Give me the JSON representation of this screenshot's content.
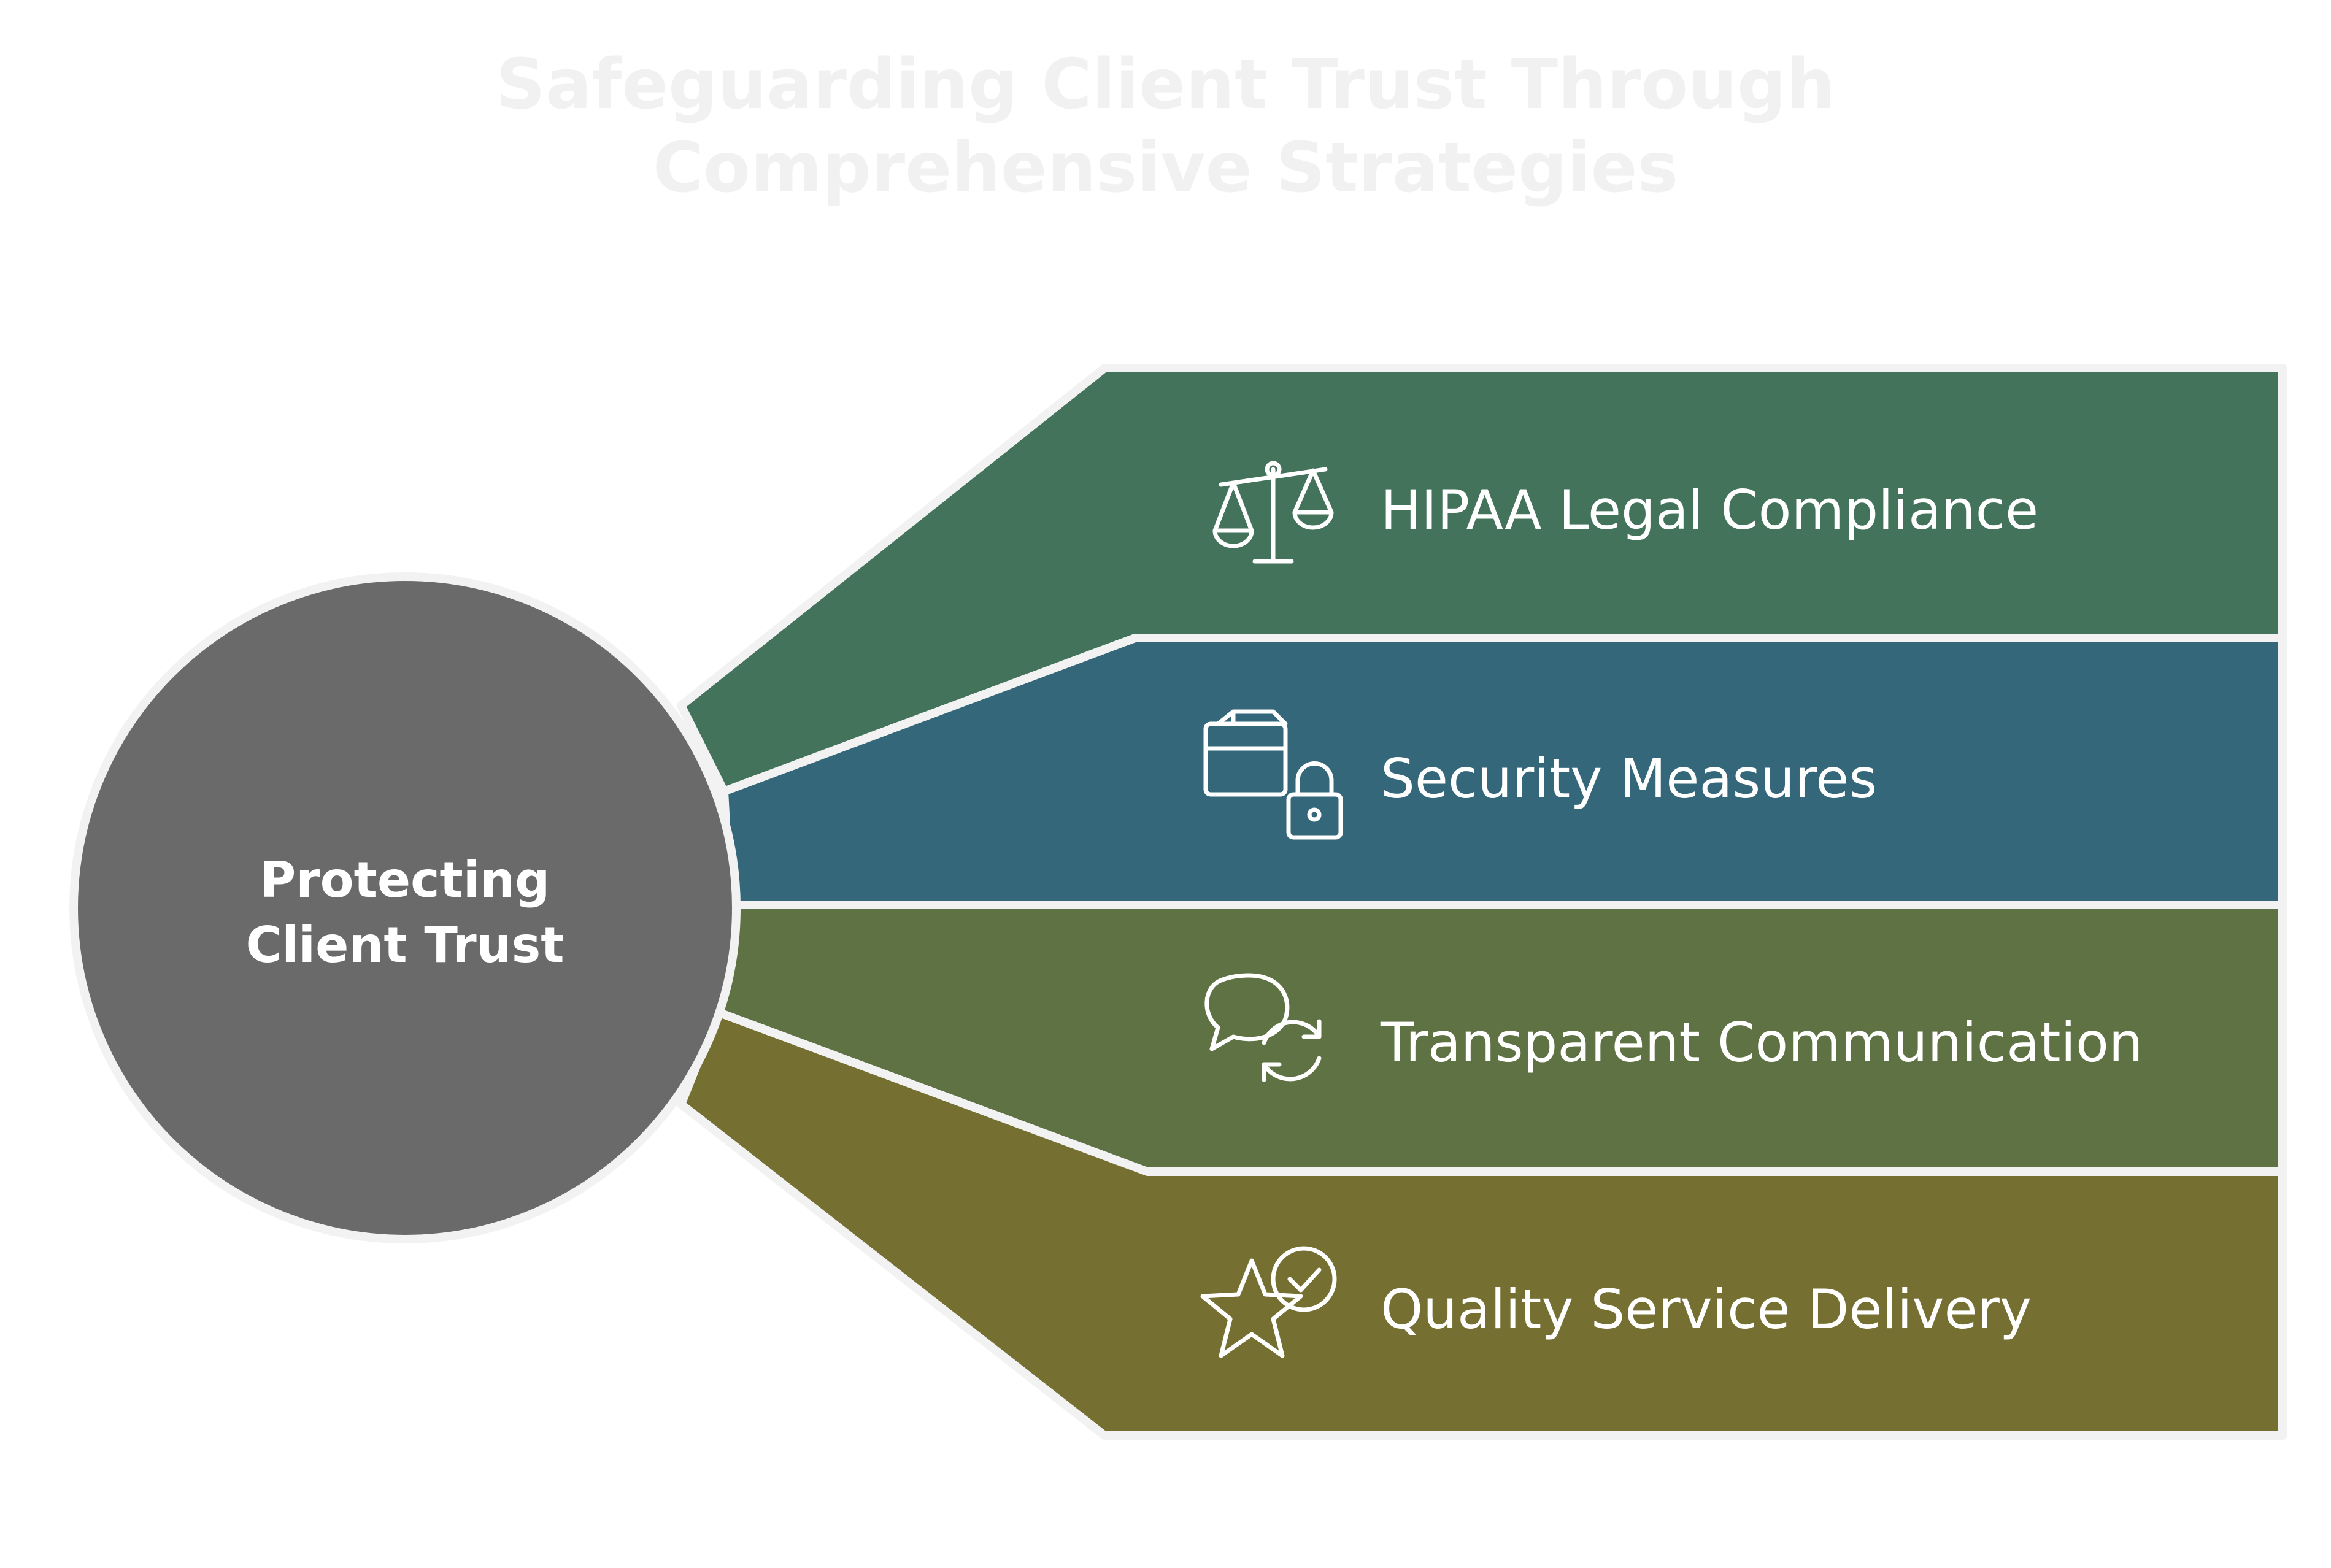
{
  "title": {
    "line1": "Safeguarding Client Trust Through",
    "line2": "Comprehensive Strategies"
  },
  "center": {
    "line1": "Protecting",
    "line2": "Client Trust",
    "color": "#6a6a6a"
  },
  "branches": [
    {
      "label": "HIPAA Legal Compliance",
      "icon": "scales-icon",
      "color": "#43745b"
    },
    {
      "label": "Security Measures",
      "icon": "box-lock-icon",
      "color": "#336779"
    },
    {
      "label": "Transparent Communication",
      "icon": "chat-refresh-icon",
      "color": "#5f7243"
    },
    {
      "label": "Quality Service Delivery",
      "icon": "star-check-icon",
      "color": "#757032"
    }
  ]
}
